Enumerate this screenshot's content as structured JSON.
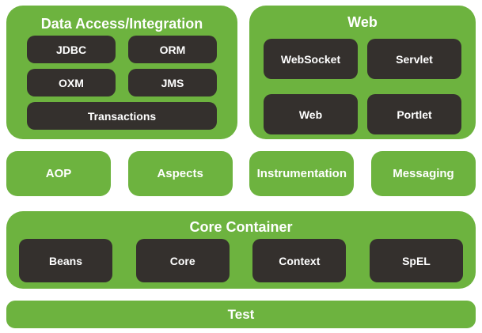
{
  "colors": {
    "green": "#6DB33F",
    "dark": "#34302D",
    "label": "#FFFFFF",
    "background": "#FFFFFF"
  },
  "layers": {
    "data_access": {
      "title": "Data Access/Integration",
      "modules": [
        "JDBC",
        "ORM",
        "OXM",
        "JMS",
        "Transactions"
      ]
    },
    "web": {
      "title": "Web",
      "modules": [
        "WebSocket",
        "Servlet",
        "Web",
        "Portlet"
      ]
    },
    "middleware": {
      "modules": [
        "AOP",
        "Aspects",
        "Instrumentation",
        "Messaging"
      ]
    },
    "core_container": {
      "title": "Core Container",
      "modules": [
        "Beans",
        "Core",
        "Context",
        "SpEL"
      ]
    },
    "test": {
      "title": "Test"
    }
  }
}
